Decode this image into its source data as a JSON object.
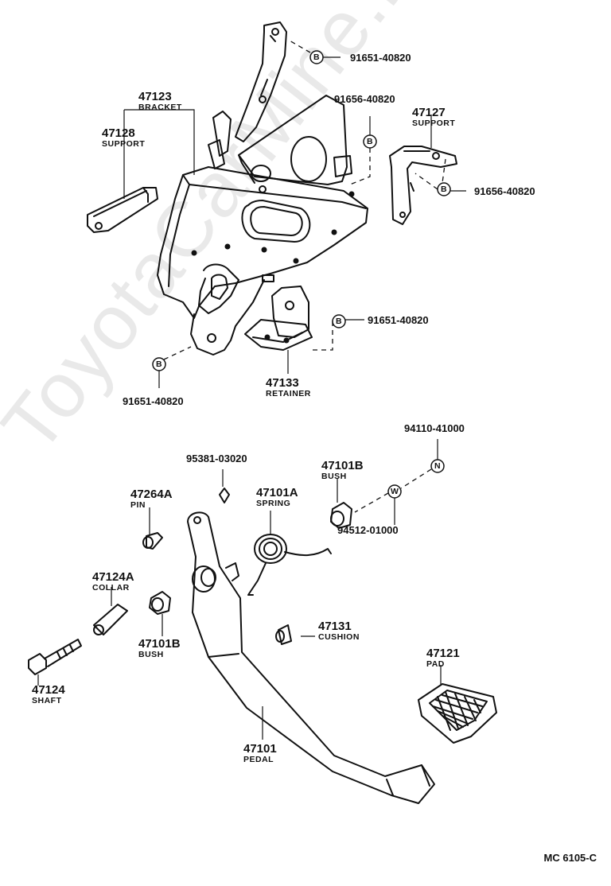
{
  "watermark": "ToyotaCarMine.ru",
  "diagram_code": "MC  6105-C",
  "labels": {
    "l47123": {
      "number": "47123",
      "name": "BRACKET"
    },
    "l47128": {
      "number": "47128",
      "name": "SUPPORT"
    },
    "l47127": {
      "number": "47127",
      "name": "SUPPORT"
    },
    "l47133": {
      "number": "47133",
      "name": "RETAINER"
    },
    "l47101b_top": {
      "number": "47101B",
      "name": "BUSH"
    },
    "l47264a": {
      "number": "47264A",
      "name": "PIN"
    },
    "l47101a": {
      "number": "47101A",
      "name": "SPRING"
    },
    "l47124a": {
      "number": "47124A",
      "name": "COLLAR"
    },
    "l47101b_low": {
      "number": "47101B",
      "name": "BUSH"
    },
    "l47131": {
      "number": "47131",
      "name": "CUSHION"
    },
    "l47121": {
      "number": "47121",
      "name": "PAD"
    },
    "l47124": {
      "number": "47124",
      "name": "SHAFT"
    },
    "l47101": {
      "number": "47101",
      "name": "PEDAL"
    }
  },
  "fasteners": {
    "f1": {
      "symbol": "B",
      "number": "91651-40820"
    },
    "f2": {
      "symbol": "B",
      "number": "91656-40820"
    },
    "f3": {
      "symbol": "B",
      "number": "91656-40820"
    },
    "f4": {
      "symbol": "B",
      "number": "91651-40820"
    },
    "f5": {
      "symbol": "B",
      "number": "91651-40820"
    },
    "f6": {
      "symbol": "N",
      "number": "94110-41000"
    },
    "f7": {
      "symbol": "W",
      "number": "94512-01000"
    },
    "f8": {
      "number": "95381-03020"
    }
  }
}
